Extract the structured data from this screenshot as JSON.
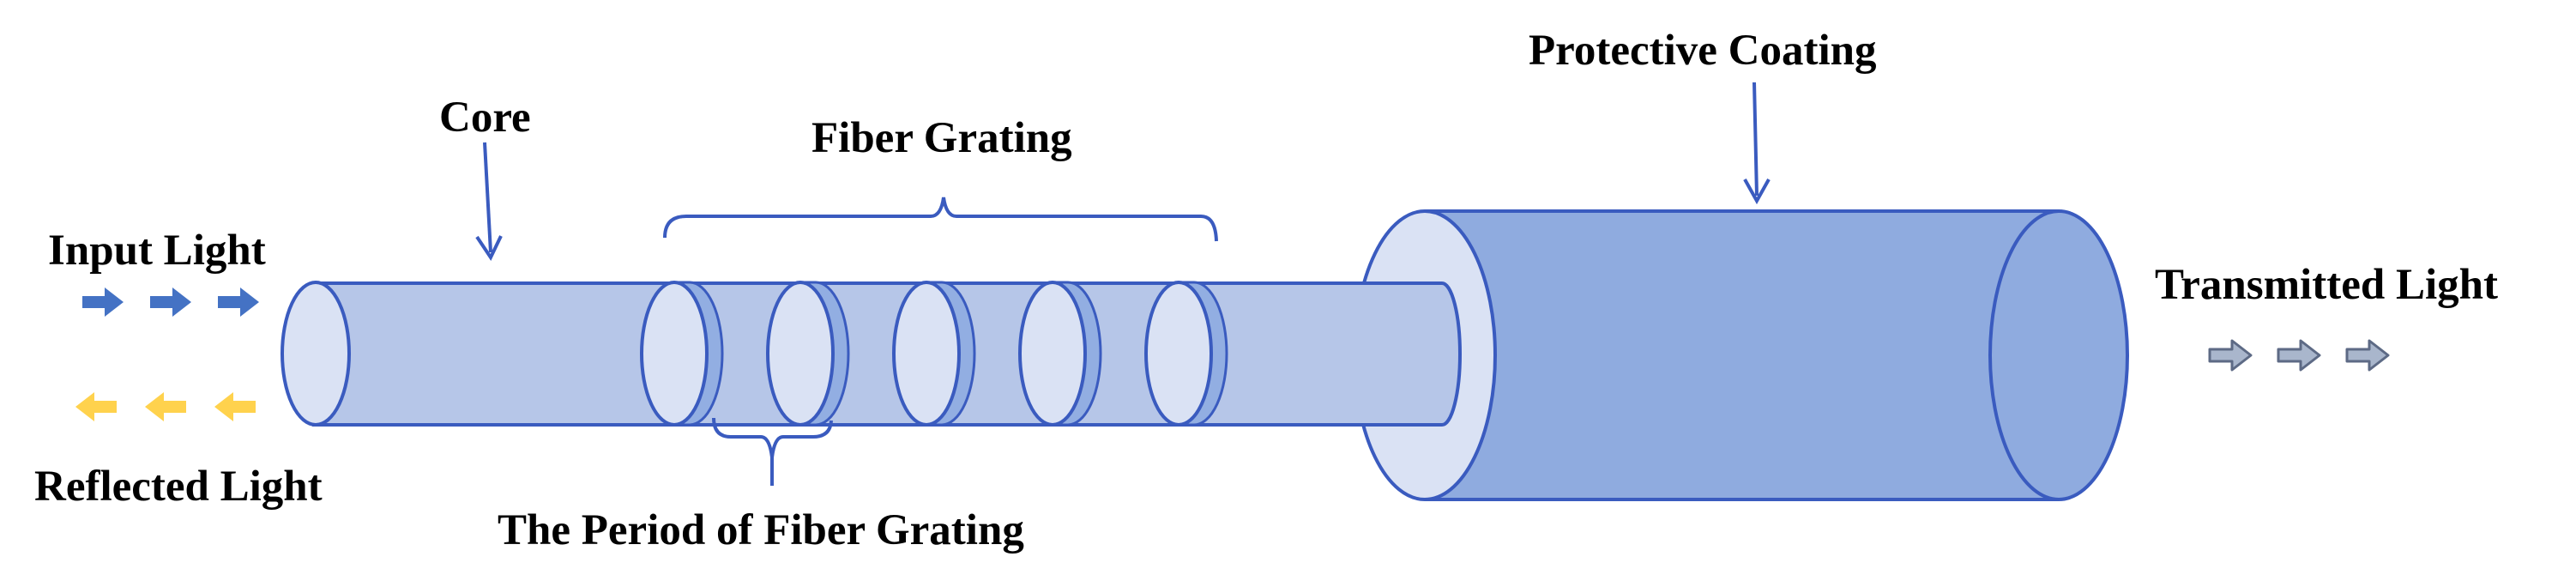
{
  "labels": {
    "core": "Core",
    "fiber_grating": "Fiber Grating",
    "protective_coating": "Protective Coating",
    "input_light": "Input Light",
    "reflected_light": "Reflected Light",
    "transmitted_light": "Transmitted Light",
    "period": "The Period of Fiber Grating"
  },
  "colors": {
    "outline": "#3a5bbf",
    "fiber_body": "#b6c6e8",
    "fiber_end": "#dae2f4",
    "grating_band": "#92aee2",
    "coating_body": "#8fabdf",
    "input_arrow": "#4472c4",
    "reflected_arrow": "#ffd24d",
    "transmitted_arrow": "#a9b6cc",
    "transmitted_arrow_outline": "#5d6a85"
  },
  "grating_count": 5,
  "arrow_counts": {
    "input": 3,
    "reflected": 3,
    "transmitted": 3
  }
}
